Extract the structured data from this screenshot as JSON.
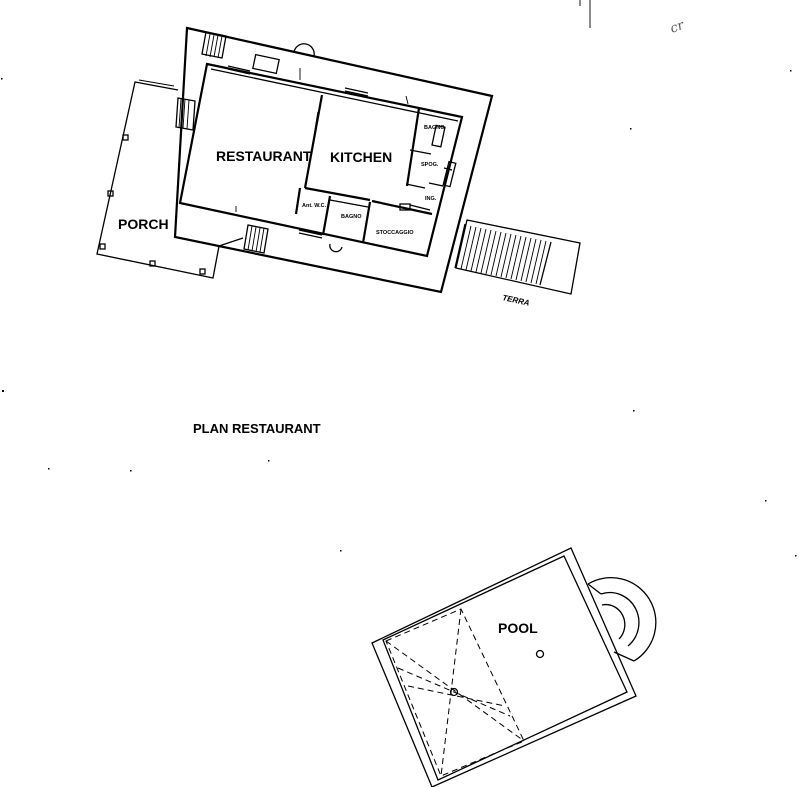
{
  "labels": {
    "restaurant": "RESTAURANT",
    "kitchen": "KITCHEN",
    "porch": "PORCH",
    "plan_title": "PLAN RESTAURANT",
    "pool": "POOL",
    "terra": "TERRA",
    "bagno_upper": "BAGNO",
    "spog": "SPOG.",
    "ing": "ING.",
    "wc": "Ant. W.C.",
    "bagno_lower": "BAGNO",
    "stoccaggio": "STOCCAGGIO",
    "corner_mark": "cr"
  }
}
